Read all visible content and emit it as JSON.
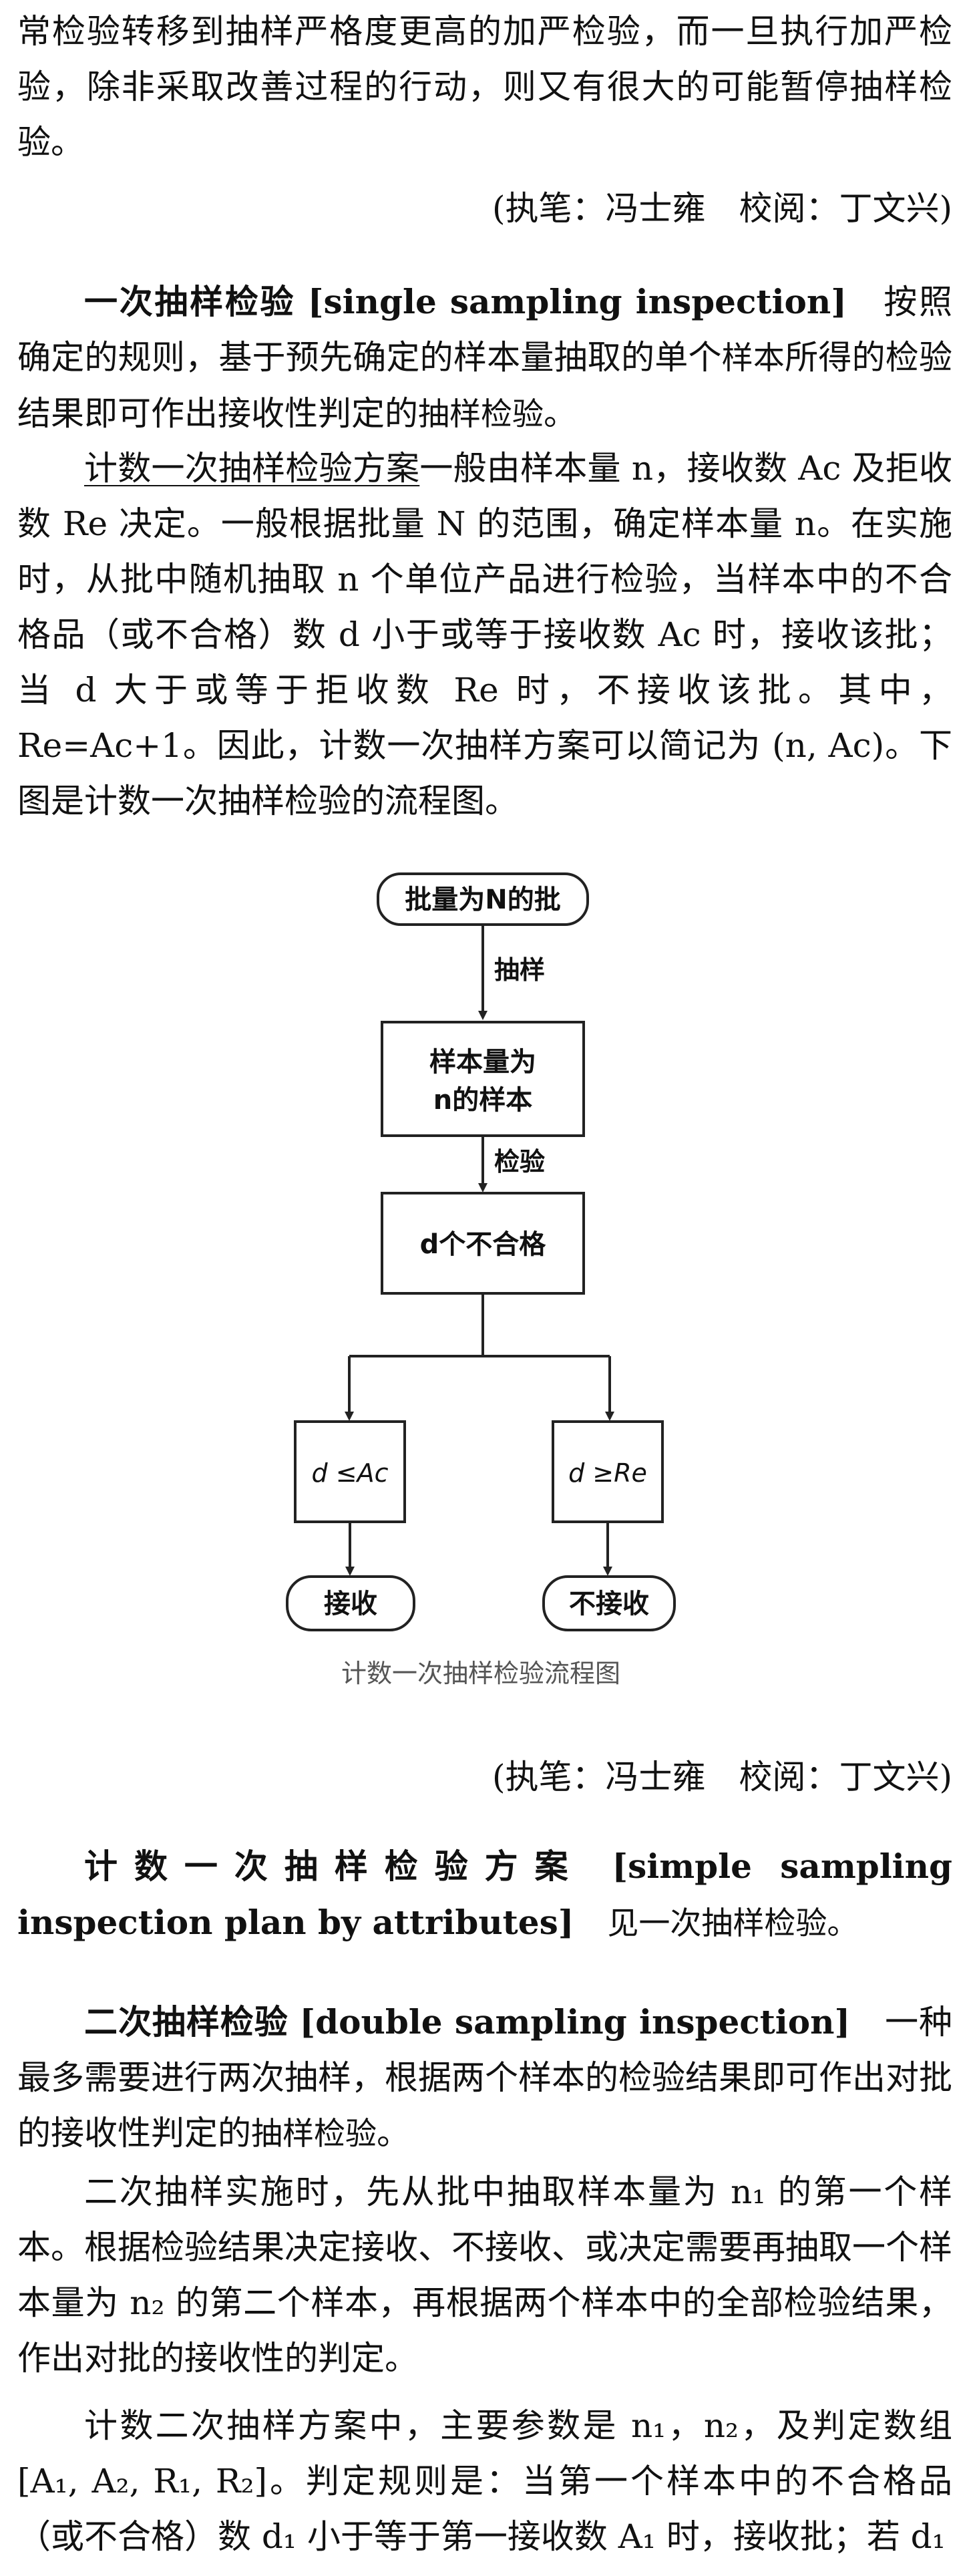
{
  "p1": "常检验转移到抽样严格度更高的加严检验，而一旦执行加严检验，除非采取改善过程的行动，则又有很大的可能暂停抽样检验。",
  "sig1": "(执笔：冯士雍　校阅：丁文兴)",
  "e1": {
    "head": "一次抽样检验",
    "en": "[single sampling inspection]",
    "def_a": "按照确定的规则，基于预先确定的样本量抽取的单个",
    "def_term1": "样本",
    "def_b": "所得的检验结果即可作出接收性判定的",
    "def_term2": "抽样检验",
    "def_c": "。"
  },
  "p2": {
    "term": "计数一次抽样检验方案",
    "rest": "一般由样本量 n，接收数 Ac 及拒收数 Re 决定。一般根据批量 N 的范围，确定样本量 n。在实施时，从批中随机抽取 n 个单位产品进行检验，当样本中的不合格品（或不合格）数 d 小于或等于接收数 Ac 时，接收该批；当 d 大于或等于拒收数 Re 时，不接收该批。其中，Re=Ac+1。因此，计数一次抽样方案可以简记为 (n, Ac)。下图是计数一次抽样检验的流程图。"
  },
  "flow": {
    "box1": "批量为N的批",
    "arrow1": "抽样",
    "box2_l1": "样本量为",
    "box2_l2": "n的样本",
    "arrow2": "检验",
    "box3": "d个不合格",
    "left_cond": "d ≤Ac",
    "right_cond": "d ≥Re",
    "left_result": "接收",
    "right_result": "不接收",
    "caption": "计数一次抽样检验流程图"
  },
  "sig2": "(执笔：冯士雍　校阅：丁文兴)",
  "e2": {
    "head": "计数一次抽样检验方案",
    "en": "[simple sampling inspection plan by attributes]",
    "see": "见一次抽样检验。"
  },
  "e3": {
    "head": "二次抽样检验",
    "en": "[double sampling inspection]",
    "def_a": "一种最多需要进行两次抽样，根据两个样本的检验结果即可作出对批的接收性判定的",
    "def_term": "抽样检验",
    "def_b": "。"
  },
  "p3": "二次抽样实施时，先从批中抽取样本量为 n₁ 的第一个样本。根据检验结果决定接收、不接收、或决定需要再抽取一个样本量为 n₂ 的第二个样本，再根据两个样本中的全部检验结果，作出对批的接收性的判定。",
  "p4": "计数二次抽样方案中，主要参数是 n₁，n₂，及判定数组 [A₁, A₂, R₁, R₂]。判定规则是：当第一个样本中的不合格品（或不合格）数 d₁ 小于等于第一接收数 A₁ 时，接收批；若 d₁"
}
